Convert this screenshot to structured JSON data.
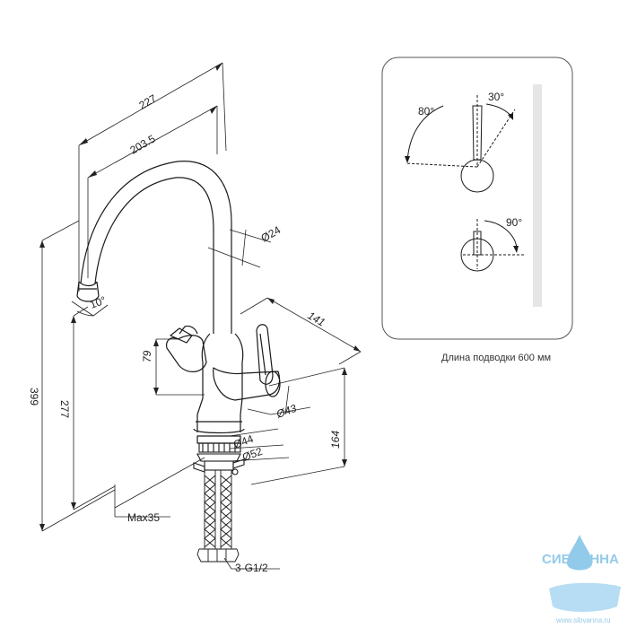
{
  "dimensions": {
    "overall_reach": "227",
    "spout_reach": "203.5",
    "spout_diameter": "Ø24",
    "spout_tilt": "10°",
    "total_height": "399",
    "spout_height": "277",
    "handle_height": "79",
    "handle_span": "141",
    "handle_diameter": "Ø43",
    "body_base": "Ø44",
    "flange": "Ø52",
    "below_counter": "164",
    "max_counter": "Max35",
    "hose_thread": "3-G1/2"
  },
  "rotation": {
    "left_angle": "80°",
    "right_angle": "30°",
    "second_angle": "90°"
  },
  "caption": "Длина подводки 600 мм",
  "watermark": {
    "brand": "СИБВАННА",
    "url": "www.sibvanna.ru"
  },
  "colors": {
    "line": "#1a1a1a",
    "frame": "#555555",
    "watermark": "#3a9fd8"
  }
}
